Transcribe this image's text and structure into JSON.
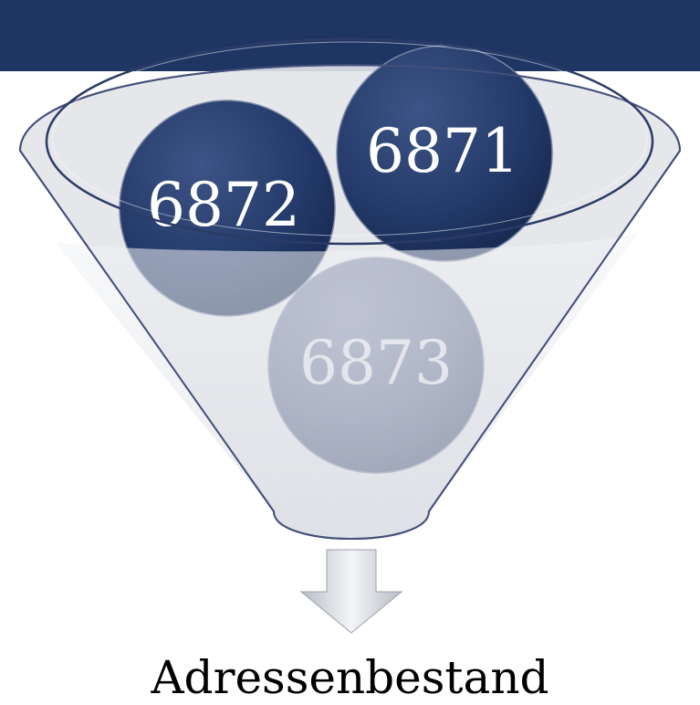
{
  "colors": {
    "header": "#1f3564",
    "funnel_fill": "#e3e5e9",
    "funnel_edge": "#43507a",
    "circle_dark": "#1f3564",
    "circle_light": "#6e7b99",
    "arrow": "#d4d7dd"
  },
  "funnel": {
    "items": [
      {
        "label": "6872"
      },
      {
        "label": "6871"
      },
      {
        "label": "6873"
      }
    ]
  },
  "output": {
    "icon": "arrow-down-icon",
    "label": "Adressenbestand"
  }
}
